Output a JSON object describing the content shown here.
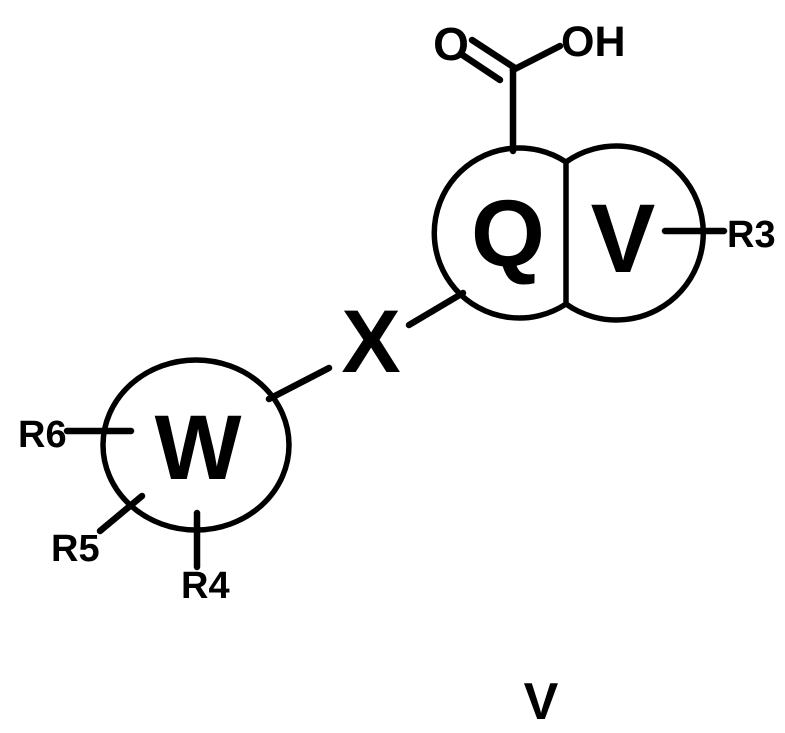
{
  "figure": {
    "background_color": "#ffffff",
    "ink_color": "#000000",
    "formula_number": "V",
    "carboxylic_acid": {
      "oxygen": "O",
      "hydroxyl": "OH"
    },
    "rings": {
      "q": "Q",
      "v": "V",
      "w": "W"
    },
    "linker": "X",
    "substituents": {
      "r3": "R3",
      "r4": "R4",
      "r5": "R5",
      "r6": "R6"
    }
  }
}
